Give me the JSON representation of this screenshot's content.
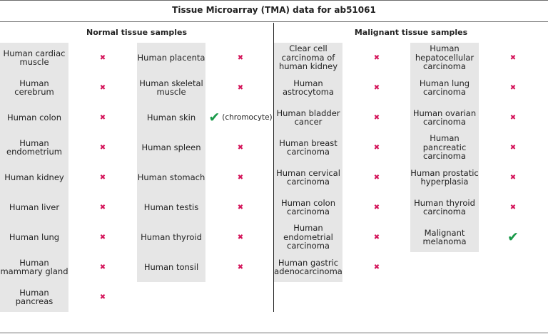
{
  "title": "Tissue Microarray (TMA) data for ab51061",
  "colors": {
    "cross": "#d4145a",
    "tick": "#1a9a4a",
    "column_bg": "#e6e6e6"
  },
  "normal": {
    "heading": "Normal tissue samples",
    "col1": [
      {
        "label": "Human cardiac muscle",
        "result": "negative"
      },
      {
        "label": "Human cerebrum",
        "result": "negative"
      },
      {
        "label": "Human colon",
        "result": "negative"
      },
      {
        "label": "Human endometrium",
        "result": "negative"
      },
      {
        "label": "Human kidney",
        "result": "negative"
      },
      {
        "label": "Human liver",
        "result": "negative"
      },
      {
        "label": "Human lung",
        "result": "negative"
      },
      {
        "label": "Human mammary gland",
        "result": "negative"
      },
      {
        "label": "Human pancreas",
        "result": "negative"
      }
    ],
    "col2": [
      {
        "label": "Human placenta",
        "result": "negative"
      },
      {
        "label": "Human skeletal muscle",
        "result": "negative"
      },
      {
        "label": "Human skin",
        "result": "positive",
        "note": "(chromocyte)"
      },
      {
        "label": "Human spleen",
        "result": "negative"
      },
      {
        "label": "Human stomach",
        "result": "negative"
      },
      {
        "label": "Human testis",
        "result": "negative"
      },
      {
        "label": "Human thyroid",
        "result": "negative"
      },
      {
        "label": "Human tonsil",
        "result": "negative"
      }
    ]
  },
  "malignant": {
    "heading": "Malignant tissue samples",
    "col1": [
      {
        "label": "Clear cell carcinoma of human kidney",
        "result": "negative"
      },
      {
        "label": "Human astrocytoma",
        "result": "negative"
      },
      {
        "label": "Human bladder cancer",
        "result": "negative"
      },
      {
        "label": "Human breast carcinoma",
        "result": "negative"
      },
      {
        "label": "Human cervical carcinoma",
        "result": "negative"
      },
      {
        "label": "Human colon carcinoma",
        "result": "negative"
      },
      {
        "label": "Human endometrial carcinoma",
        "result": "negative"
      },
      {
        "label": "Human gastric adenocarcinoma",
        "result": "negative"
      }
    ],
    "col2": [
      {
        "label": "Human hepatocellular carcinoma",
        "result": "negative"
      },
      {
        "label": "Human lung carcinoma",
        "result": "negative"
      },
      {
        "label": "Human ovarian carcinoma",
        "result": "negative"
      },
      {
        "label": "Human pancreatic carcinoma",
        "result": "negative"
      },
      {
        "label": "Human prostatic hyperplasia",
        "result": "negative"
      },
      {
        "label": "Human thyroid carcinoma",
        "result": "negative"
      },
      {
        "label": "Malignant melanoma",
        "result": "positive"
      }
    ]
  }
}
